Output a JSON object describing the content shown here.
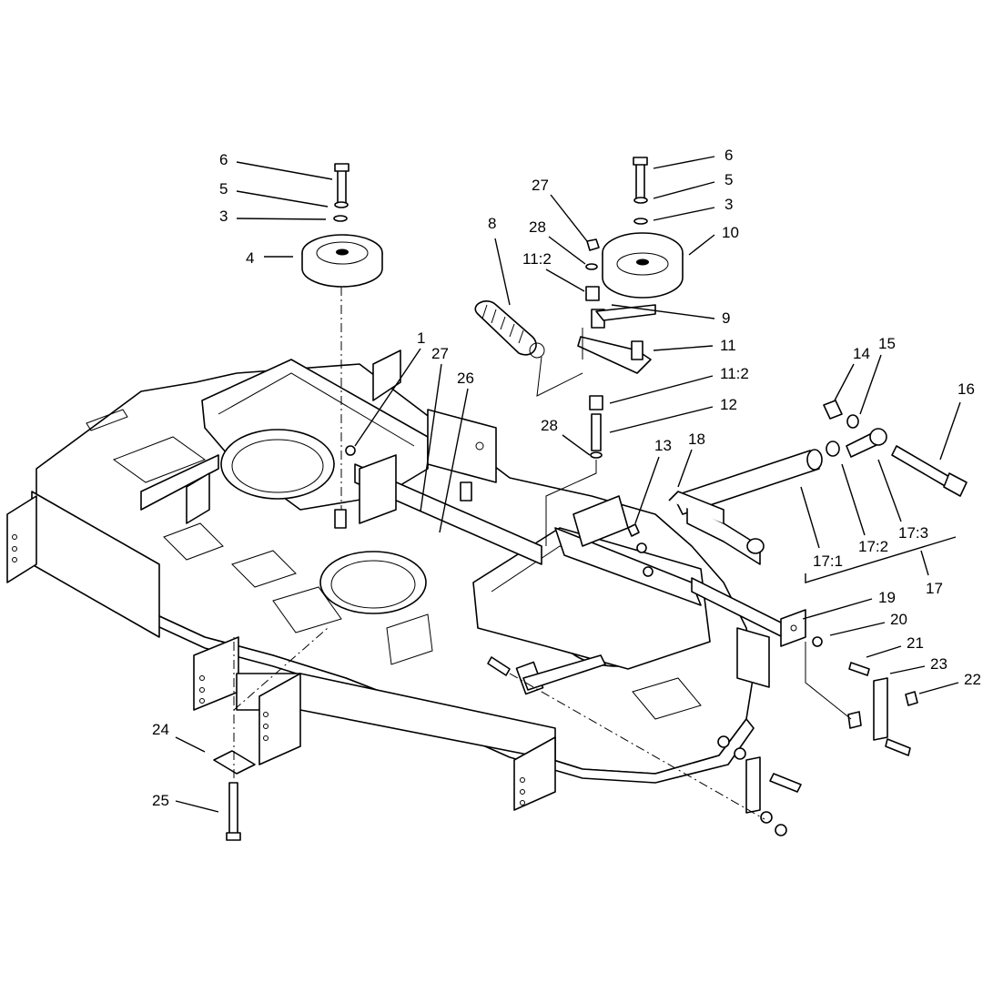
{
  "callouts": [
    {
      "label": "6"
    },
    {
      "label": "5"
    },
    {
      "label": "3"
    },
    {
      "label": "4"
    },
    {
      "label": "6"
    },
    {
      "label": "5"
    },
    {
      "label": "3"
    },
    {
      "label": "10"
    },
    {
      "label": "27"
    },
    {
      "label": "28"
    },
    {
      "label": "11:2"
    },
    {
      "label": "8"
    },
    {
      "label": "9"
    },
    {
      "label": "11"
    },
    {
      "label": "11:2"
    },
    {
      "label": "12"
    },
    {
      "label": "28"
    },
    {
      "label": "1"
    },
    {
      "label": "27"
    },
    {
      "label": "26"
    },
    {
      "label": "14"
    },
    {
      "label": "15"
    },
    {
      "label": "16"
    },
    {
      "label": "13"
    },
    {
      "label": "18"
    },
    {
      "label": "17:1"
    },
    {
      "label": "17:2"
    },
    {
      "label": "17:3"
    },
    {
      "label": "17"
    },
    {
      "label": "19"
    },
    {
      "label": "20"
    },
    {
      "label": "21"
    },
    {
      "label": "23"
    },
    {
      "label": "22"
    },
    {
      "label": "24"
    },
    {
      "label": "25"
    }
  ]
}
